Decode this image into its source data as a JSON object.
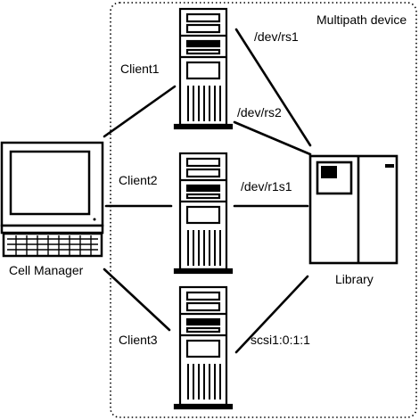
{
  "group": {
    "label": "Multipath device"
  },
  "cell_manager": {
    "label": "Cell Manager"
  },
  "library": {
    "label": "Library"
  },
  "clients": [
    {
      "label": "Client1"
    },
    {
      "label": "Client2"
    },
    {
      "label": "Client3"
    }
  ],
  "paths": {
    "client1_rs1": "/dev/rs1",
    "client1_rs2": "/dev/rs2",
    "client2_r1s1": "/dev/r1s1",
    "client3_scsi": "scsi1:0:1:1"
  },
  "colors": {
    "line": "#000000",
    "background": "#ffffff",
    "border": "#000000"
  }
}
